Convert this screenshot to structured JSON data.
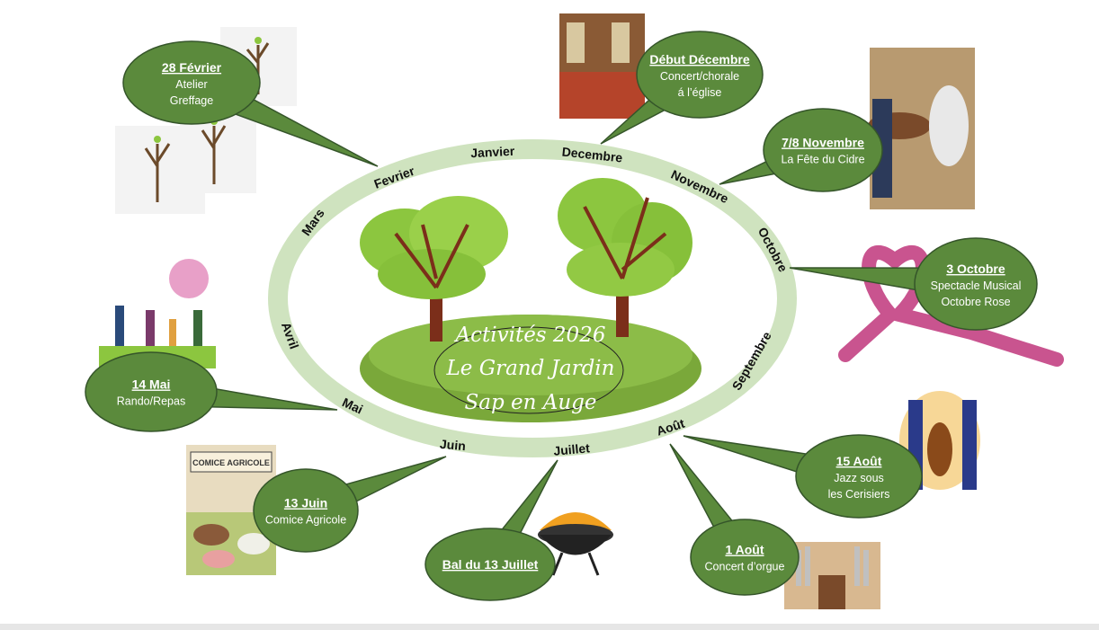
{
  "title": {
    "line1": "Activités 2026",
    "line2": "Le Grand Jardin",
    "line3": "Sap en Auge"
  },
  "months": [
    "Janvier",
    "Decembre",
    "Novembre",
    "Octobre",
    "Septembre",
    "Août",
    "Juillet",
    "Juin",
    "Mai",
    "Avril",
    "Mars",
    "Fevrier"
  ],
  "events": [
    {
      "date": "28 Février",
      "lines": [
        "Atelier",
        "Greffage"
      ]
    },
    {
      "date": "Début Décembre",
      "lines": [
        "Concert/chorale",
        "á l’église"
      ]
    },
    {
      "date": "7/8 Novembre",
      "lines": [
        "La Fête du Cidre"
      ]
    },
    {
      "date": "3 Octobre",
      "lines": [
        "Spectacle Musical",
        "Octobre Rose"
      ]
    },
    {
      "date": "14 Mai",
      "lines": [
        "Rando/Repas"
      ]
    },
    {
      "date": "13 Juin",
      "lines": [
        "Comice Agricole"
      ]
    },
    {
      "date": "Bal du 13 Juillet",
      "lines": []
    },
    {
      "date": "1 Août",
      "lines": [
        "Concert d’orgue"
      ]
    },
    {
      "date": "15 Août",
      "lines": [
        "Jazz sous",
        "les Cerisiers"
      ]
    }
  ],
  "images": {
    "comice_sign": "COMICE AGRICOLE"
  },
  "colors": {
    "bubble": "#5b8a3c",
    "ring": "#cfe3bf",
    "island": "#7aa83a",
    "tree": "#8cc63f"
  }
}
